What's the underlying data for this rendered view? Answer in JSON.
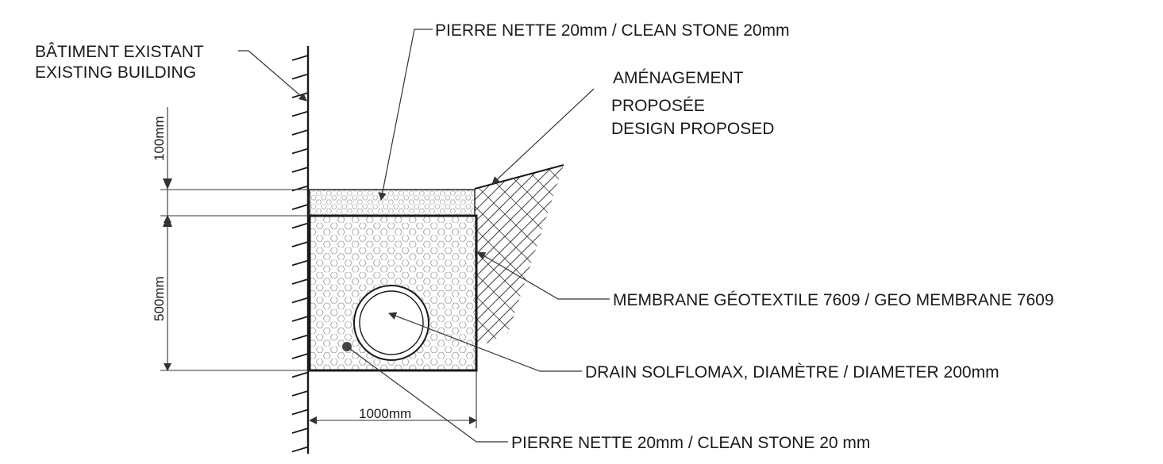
{
  "labels": {
    "existing_building_fr": "BÂTIMENT EXISTANT",
    "existing_building_en": "EXISTING BUILDING",
    "top_stone": "PIERRE NETTE 20mm / CLEAN STONE 20mm",
    "design_line1": "AMÉNAGEMENT",
    "design_line2": "PROPOSÉE",
    "design_line3": "DESIGN PROPOSED",
    "membrane": "MEMBRANE GÉOTEXTILE 7609 / GEO MEMBRANE 7609",
    "drain": "DRAIN SOLFLOMAX, DIAMÈTRE / DIAMETER  200mm",
    "bottom_stone": "PIERRE NETTE 20mm / CLEAN STONE 20 mm"
  },
  "dimensions": {
    "top_layer": "100mm",
    "trench_depth": "500mm",
    "trench_width": "1000mm"
  },
  "colors": {
    "line": "#1a1a1a",
    "stone_pattern": "#9a9a9a",
    "soil_hatch": "#444444"
  }
}
